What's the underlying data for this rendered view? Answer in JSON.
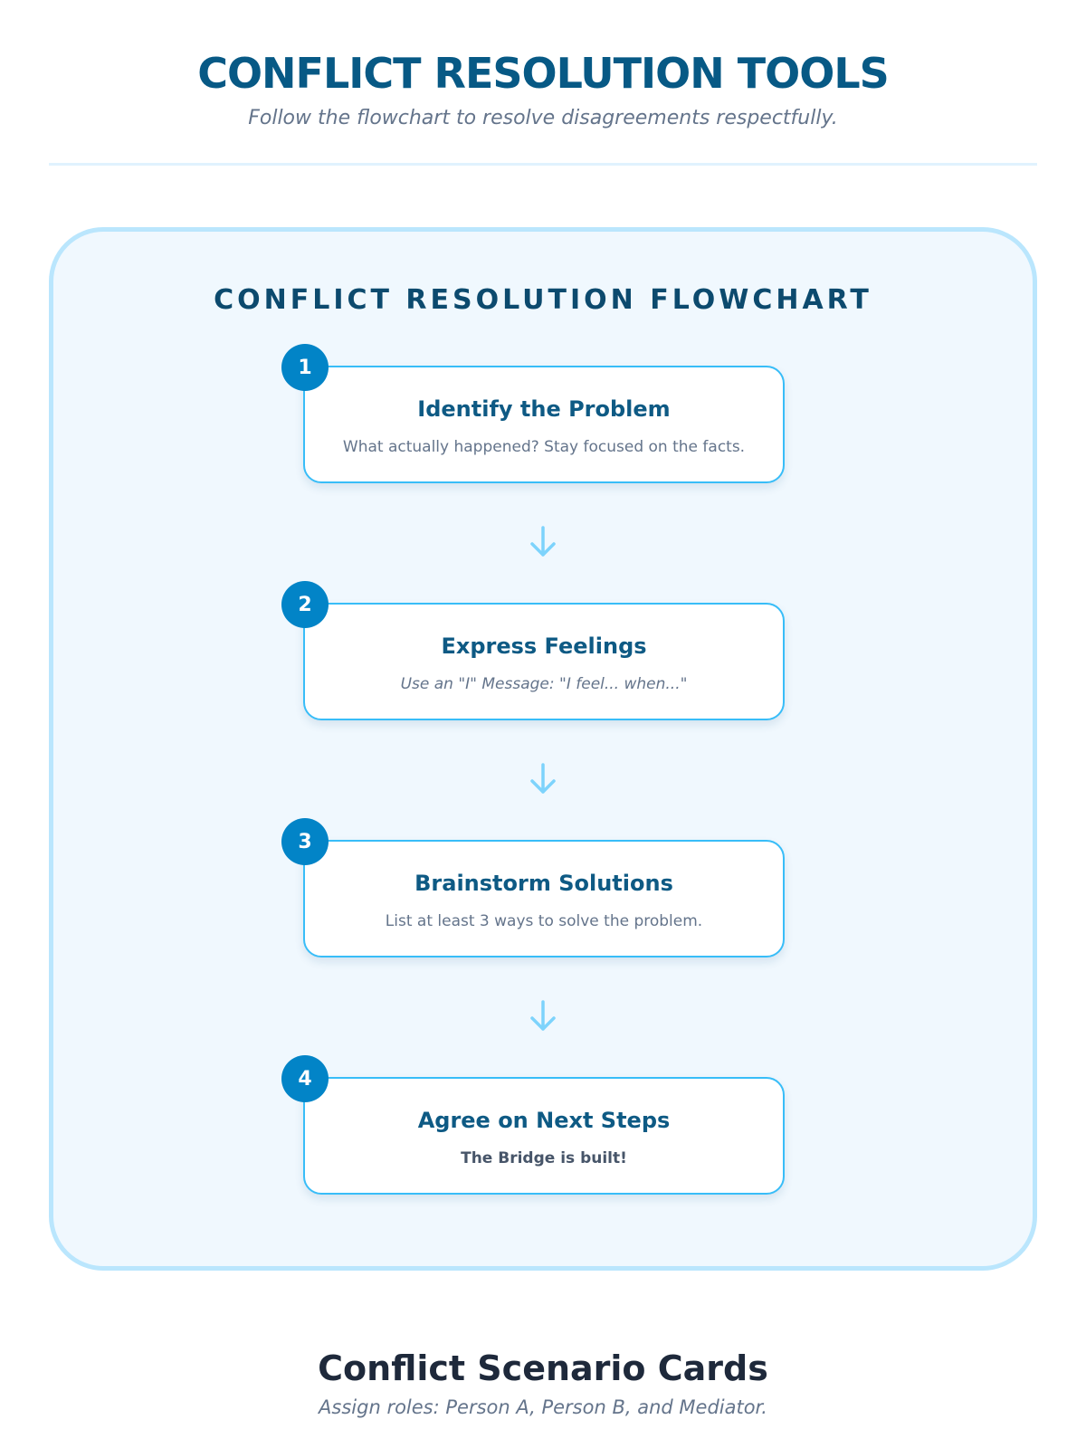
{
  "header": {
    "title": "CONFLICT RESOLUTION TOOLS",
    "subtitle": "Follow the flowchart to resolve disagreements respectfully."
  },
  "flowchart": {
    "title": "CONFLICT RESOLUTION FLOWCHART",
    "steps": [
      {
        "number": "1",
        "title": "Identify the Problem",
        "description": "What actually happened? Stay focused on the facts.",
        "style": "normal"
      },
      {
        "number": "2",
        "title": "Express Feelings",
        "description": "Use an \"I\" Message: \"I feel... when...\"",
        "style": "italic"
      },
      {
        "number": "3",
        "title": "Brainstorm Solutions",
        "description": "List at least 3 ways to solve the problem.",
        "style": "normal"
      },
      {
        "number": "4",
        "title": "Agree on Next Steps",
        "description": "The Bridge is built!",
        "style": "bold"
      }
    ],
    "connector_icon": "arrow-down-icon"
  },
  "scenario_cards": {
    "title": "Conflict Scenario Cards",
    "subtitle": "Assign roles: Person A, Person B, and Mediator."
  },
  "colors": {
    "title": "#075985",
    "panel_bg": "#f0f8fe",
    "panel_border": "#bae6fd",
    "step_border": "#38bdf8",
    "badge": "#0284c7",
    "arrow": "#7dd3fc"
  }
}
